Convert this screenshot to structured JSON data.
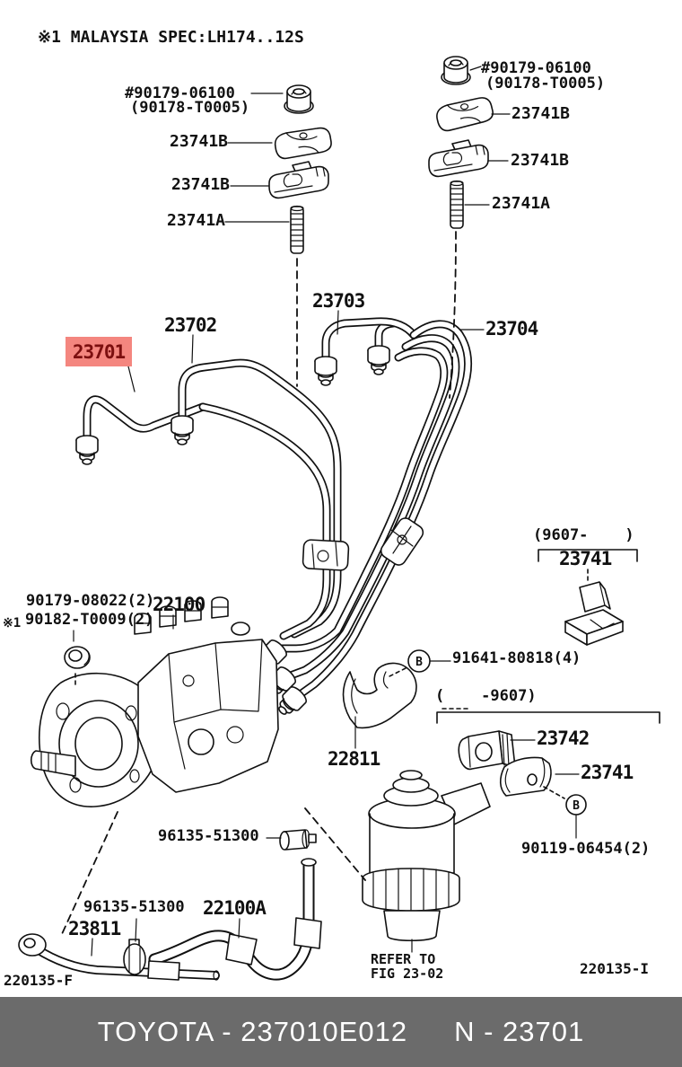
{
  "colors": {
    "highlight_bg": "#f4867f",
    "highlight_text": "#7c0f0f",
    "footer_bar": "#6b6b6b",
    "footer_text": "#ffffff",
    "ink": "#111111"
  },
  "note": {
    "malaysia_spec": "※1 MALAYSIA SPEC:LH174..12S"
  },
  "labels": {
    "nut_left_line1": "#90179-06100",
    "nut_left_line2": "(90178-T0005)",
    "nut_right_line1": "#90179-06100",
    "nut_right_line2": "(90178-T0005)",
    "clamp_left_1": "23741B",
    "clamp_left_2": "23741B",
    "stud_left": "23741A",
    "clamp_right_1": "23741B",
    "clamp_right_2": "23741B",
    "stud_right": "23741A",
    "pipe1": "23701",
    "pipe2": "23702",
    "pipe3": "23703",
    "pipe4": "23704",
    "range_from": "(9607-    )",
    "clamp_mid": "23741",
    "bolt_b1": "B",
    "bolt_91641": "91641-80818(4)",
    "stay": "22811",
    "range_to": "(    -9607)",
    "clamp_23742": "23742",
    "clamp_23741_lower": "23741",
    "bolt_b2": "B",
    "bolt_90119": "90119-06454(2)",
    "grommet_line1": "90179-08022(2)",
    "grommet_mark": "※1",
    "grommet_line2": "90182-T0009(2)",
    "pump": "22100",
    "clamp_96135_upper": "96135-51300",
    "clamp_96135_lower": "96135-51300",
    "hose_main": "22100A",
    "hose_sub": "23811",
    "refer_line1": "REFER TO",
    "refer_line2": "FIG 23-02"
  },
  "figure_codes": {
    "left": "220135-F",
    "right": "220135-I"
  },
  "footer": {
    "left": "TOYOTA - 237010E012",
    "right": "N - 23701"
  }
}
